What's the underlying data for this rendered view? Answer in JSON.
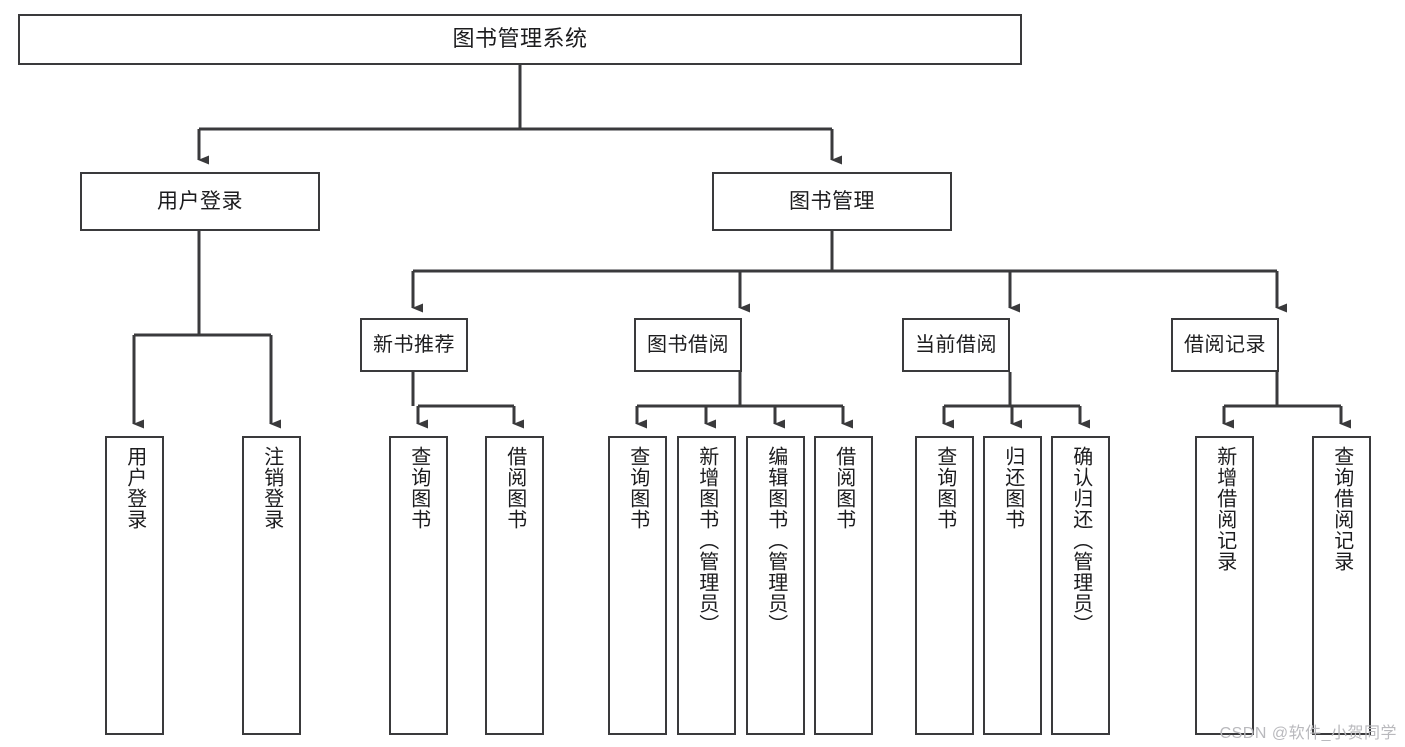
{
  "diagram": {
    "title": "图书管理系统",
    "watermark": "CSDN @软件_小贺同学",
    "line_color": "#3a3a3c",
    "box_fill": "#ffffff",
    "text_color": "#1c1c1e",
    "background": "#ffffff",
    "nodes": {
      "root": {
        "label": "图书管理系统"
      },
      "level1": [
        {
          "label": "用户登录"
        },
        {
          "label": "图书管理"
        }
      ],
      "level2": [
        {
          "label": "新书推荐"
        },
        {
          "label": "图书借阅"
        },
        {
          "label": "当前借阅"
        },
        {
          "label": "借阅记录"
        }
      ],
      "leaves": {
        "user_login": [
          {
            "label": "用户登录"
          },
          {
            "label": "注销登录"
          }
        ],
        "new_book_recommend": [
          {
            "label": "查询图书"
          },
          {
            "label": "借阅图书"
          }
        ],
        "book_borrow": [
          {
            "label": "查询图书"
          },
          {
            "label": "新增图书（管理员）"
          },
          {
            "label": "编辑图书（管理员）"
          },
          {
            "label": "借阅图书"
          }
        ],
        "current_borrow": [
          {
            "label": "查询图书"
          },
          {
            "label": "归还图书"
          },
          {
            "label": "确认归还（管理员）"
          }
        ],
        "borrow_record": [
          {
            "label": "新增借阅记录"
          },
          {
            "label": "查询借阅记录"
          }
        ]
      }
    }
  }
}
